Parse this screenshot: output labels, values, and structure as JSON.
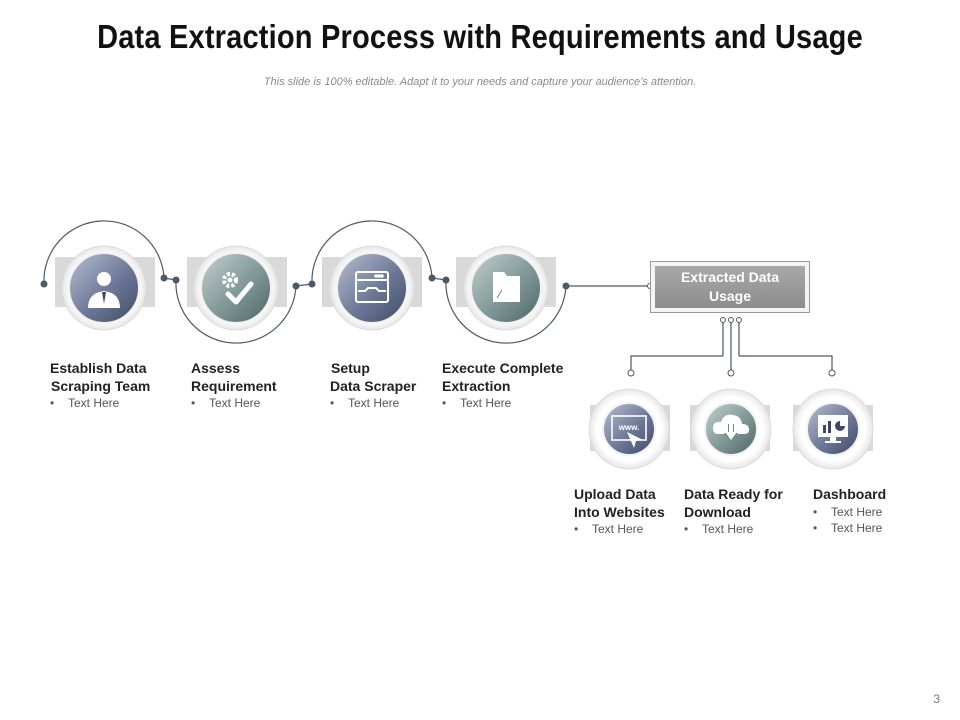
{
  "slide": {
    "title": "Data Extraction Process with Requirements and Usage",
    "subtitle": "This slide is 100% editable. Adapt it to your needs and capture your audience’s attention.",
    "page_number": "3"
  },
  "steps": [
    {
      "label_line1": "Establish Data",
      "label_line2": "Scraping Team",
      "bullet": "Text Here",
      "icon": "person-icon"
    },
    {
      "label_line1": "Assess",
      "label_line2": "Requirement",
      "bullet": "Text Here",
      "icon": "gear-check-icon"
    },
    {
      "label_line1": "Setup",
      "label_line2": "Data Scraper",
      "bullet": "Text Here",
      "icon": "browser-tool-icon"
    },
    {
      "label_line1": "Execute Complete",
      "label_line2": "Extraction",
      "bullet": "Text Here",
      "icon": "folder-icon"
    }
  ],
  "usage": {
    "box_label_line1": "Extracted Data",
    "box_label_line2": "Usage",
    "items": [
      {
        "label_line1": "Upload Data",
        "label_line2": "Into Websites",
        "bullets": [
          "Text Here"
        ],
        "icon": "www-cursor-icon"
      },
      {
        "label_line1": "Data Ready for",
        "label_line2": "Download",
        "bullets": [
          "Text Here"
        ],
        "icon": "cloud-download-icon"
      },
      {
        "label_line1": "Dashboard",
        "label_line2": "",
        "bullets": [
          "Text Here",
          "Text Here"
        ],
        "icon": "dashboard-monitor-icon"
      }
    ]
  },
  "colors": {
    "connector": "#4a5a68",
    "gray_band": "#d9d9d9",
    "circle_blue": "#5d6a8a",
    "circle_teal": "#6f8888"
  }
}
